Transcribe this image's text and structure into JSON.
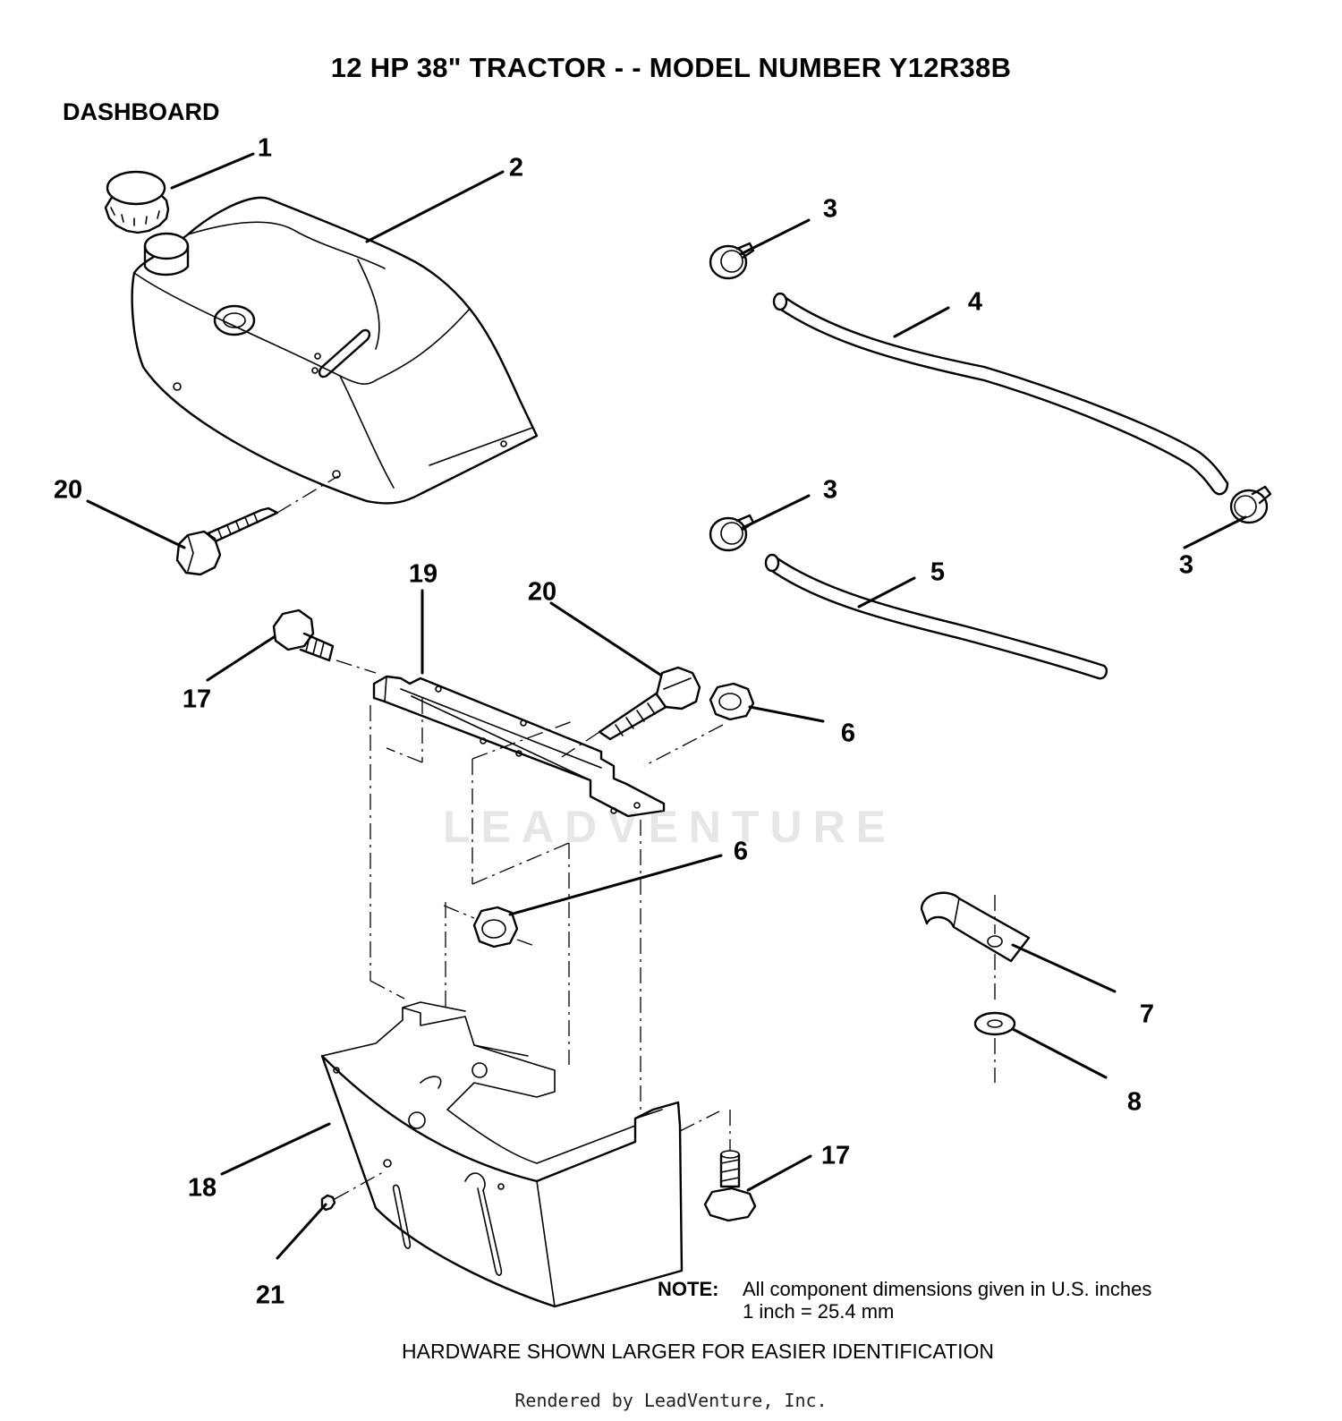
{
  "title": "12 HP 38\" TRACTOR - - MODEL NUMBER Y12R38B",
  "section": "DASHBOARD",
  "callouts": [
    "1",
    "2",
    "3",
    "4",
    "3",
    "3",
    "5",
    "20",
    "19",
    "20",
    "17",
    "6",
    "6",
    "7",
    "8",
    "17",
    "18",
    "21"
  ],
  "note": {
    "label": "NOTE:",
    "line1": "All component dimensions given in U.S. inches",
    "line2": "1 inch = 25.4 mm"
  },
  "hardware_note": "HARDWARE SHOWN LARGER FOR EASIER IDENTIFICATION",
  "watermark": "LEADVENTURE",
  "rendered_by": "Rendered by LeadVenture, Inc."
}
